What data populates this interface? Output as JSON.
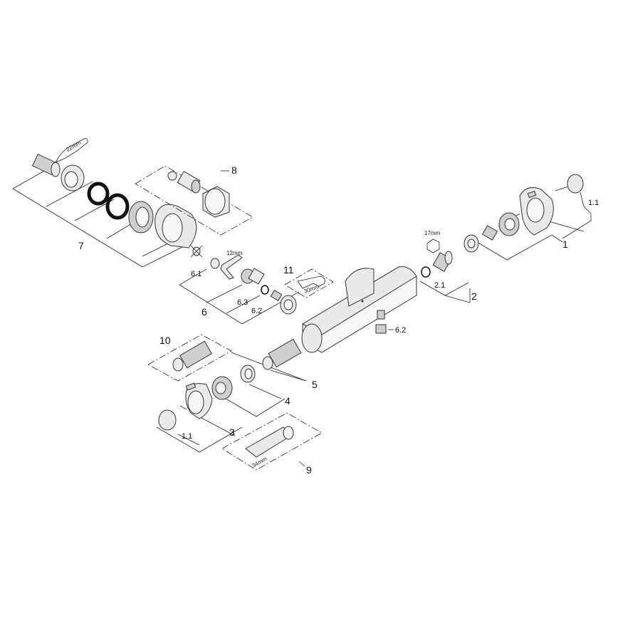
{
  "labels": {
    "p1": "1",
    "p1_1_right": "1.1",
    "p2": "2",
    "p2_1": "2.1",
    "p3": "3",
    "p1_1_left": "1.1",
    "p4": "4",
    "p5": "5",
    "p6": "6",
    "p6_1": "6.1",
    "p6_2": "6.2",
    "p6_3": "6.3",
    "p6_2_body": "6.2",
    "p7": "7",
    "p8": "8",
    "p9": "9",
    "p10": "10",
    "p11": "11"
  },
  "tools": {
    "wrench_22": "22mm",
    "hex_12": "12mm",
    "wrench_30": "30mm",
    "hex_17": "17mm",
    "wrench_34": "34mm"
  }
}
